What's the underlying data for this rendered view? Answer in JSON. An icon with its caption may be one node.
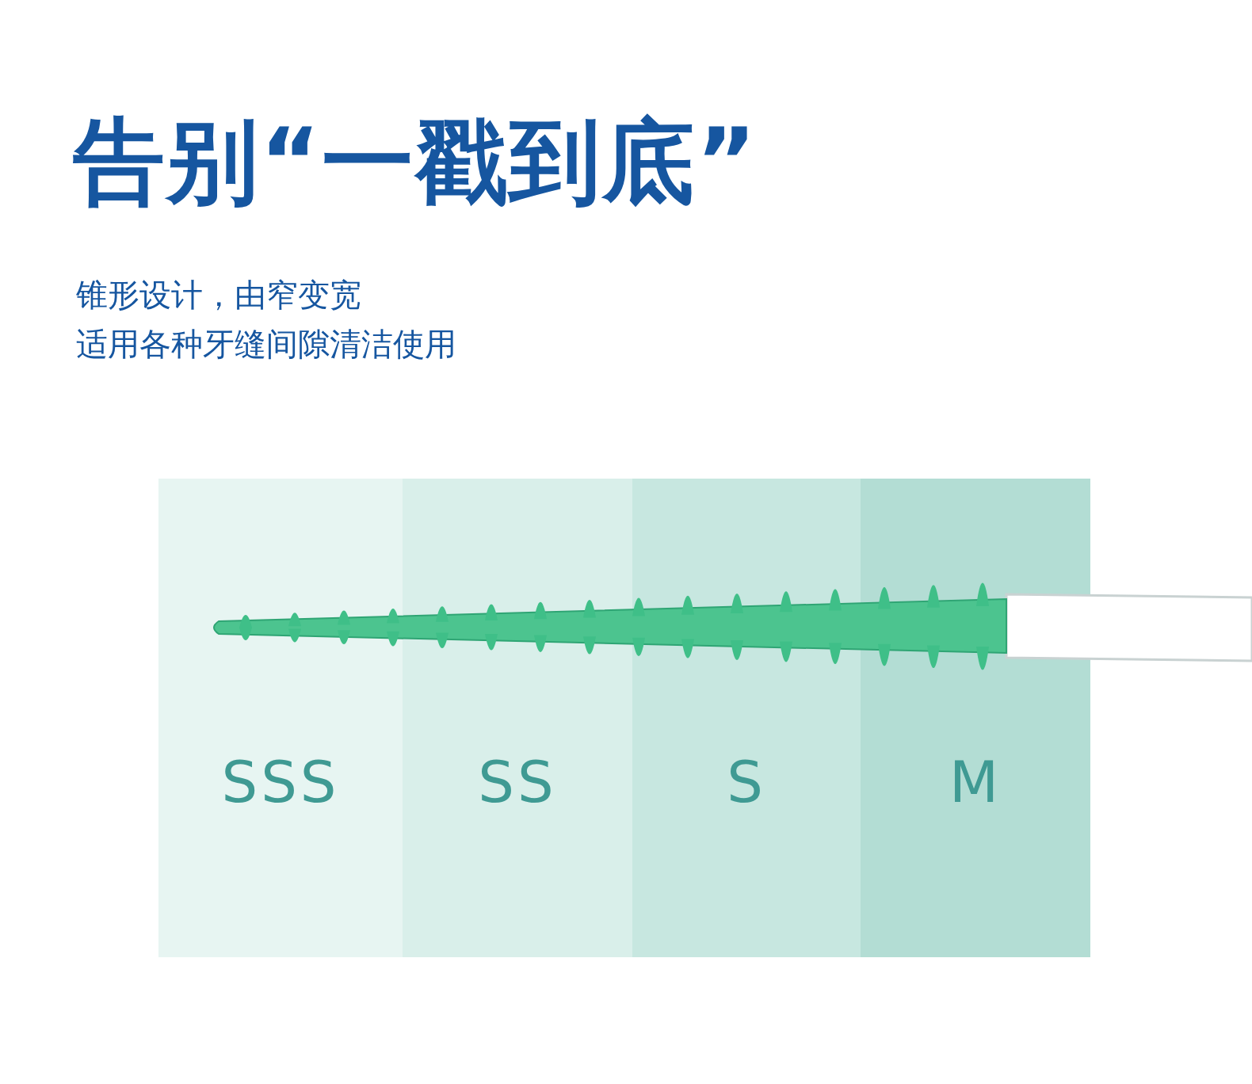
{
  "diagram": {
    "title": "告别“一戳到底”",
    "nodes": [
      {
        "text": [
          "SSS"
        ]
      },
      {
        "text": [
          "SS"
        ]
      },
      {
        "text": [
          "S"
        ]
      },
      {
        "text": [
          "M"
        ]
      }
    ],
    "labels": [
      "锥形设计，由窄变宽",
      "适用各种牙缝间隙清洁使用"
    ]
  }
}
